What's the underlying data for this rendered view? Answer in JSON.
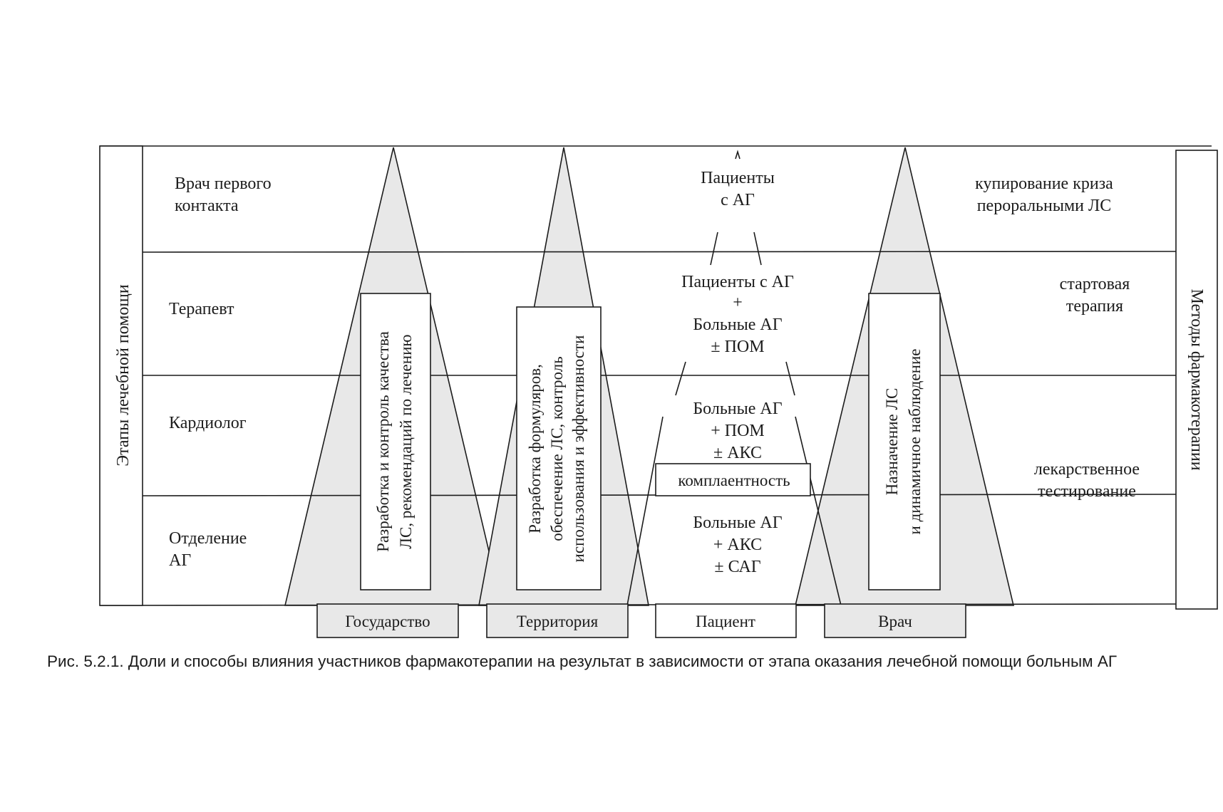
{
  "left_axis_title": "Этапы лечебной помощи",
  "right_axis_title": "Методы фармакотерапии",
  "stages": [
    {
      "lines": [
        "Врач первого",
        "контакта"
      ]
    },
    {
      "lines": [
        "Терапевт"
      ]
    },
    {
      "lines": [
        "Кардиолог"
      ]
    },
    {
      "lines": [
        "Отделение",
        "АГ"
      ]
    }
  ],
  "methods": [
    {
      "lines": [
        "купирование криза",
        "пероральными ЛС"
      ]
    },
    {
      "lines": [
        "стартовая",
        "терапия"
      ]
    },
    {
      "lines": [
        "лекарственное",
        "тестирование"
      ]
    }
  ],
  "patient_groups": [
    {
      "lines": [
        "Пациенты",
        "с АГ"
      ]
    },
    {
      "lines": [
        "Пациенты с АГ",
        "+",
        "Больные АГ",
        "± ПОМ"
      ]
    },
    {
      "lines": [
        "Больные АГ",
        "+ ПОМ",
        "± АКС"
      ]
    },
    {
      "lines": [
        "Больные АГ",
        "+ АКС",
        "± САГ"
      ]
    }
  ],
  "compliance_label": "комплаентность",
  "state_box": {
    "lines": [
      "Разработка и контроль качества",
      "ЛС, рекомендаций по лечению"
    ]
  },
  "territory_box": {
    "lines": [
      "Разработка формуляров,",
      "обеспечение ЛС, контроль",
      "использования и эффективности"
    ]
  },
  "doctor_box": {
    "lines": [
      "Назначение ЛС",
      "и динамичное наблюдение"
    ]
  },
  "participants": [
    "Государство",
    "Территория",
    "Пациент",
    "Врач"
  ],
  "caption": "Рис. 5.2.1. Доли и способы влияния участников фармакотерапии на результат в зависимости от этапа оказания лечебной помощи больным АГ",
  "colors": {
    "line": "#1c1c1c",
    "shade": "#e8e8e8",
    "box": "#ffffff"
  }
}
